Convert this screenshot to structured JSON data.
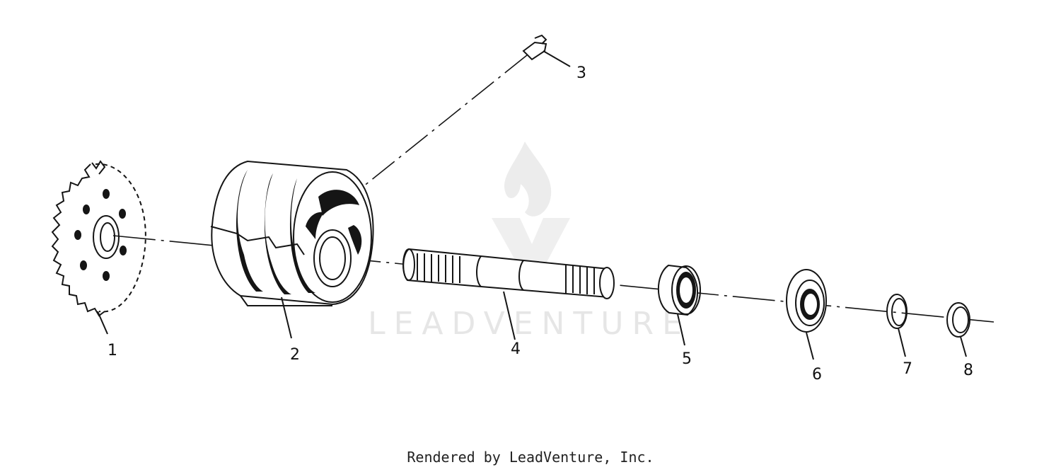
{
  "watermark": {
    "text": "LEADVENTURE"
  },
  "callouts": [
    {
      "id": "1",
      "label": "1"
    },
    {
      "id": "2",
      "label": "2"
    },
    {
      "id": "3",
      "label": "3"
    },
    {
      "id": "4",
      "label": "4"
    },
    {
      "id": "5",
      "label": "5"
    },
    {
      "id": "6",
      "label": "6"
    },
    {
      "id": "7",
      "label": "7"
    },
    {
      "id": "8",
      "label": "8"
    }
  ],
  "footer": {
    "credit": "Rendered by LeadVenture, Inc."
  },
  "colors": {
    "ink": "#151515",
    "watermark": "#e6e6e6",
    "background": "#ffffff"
  }
}
